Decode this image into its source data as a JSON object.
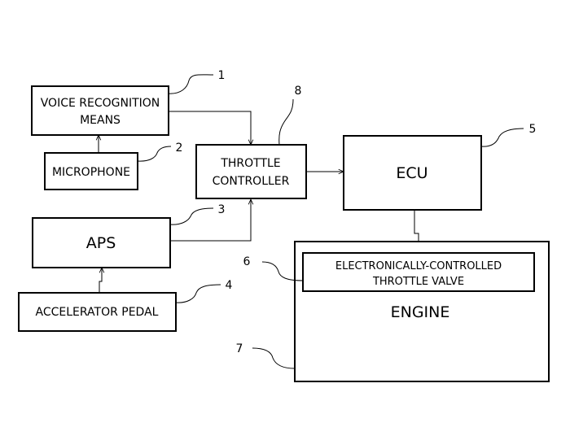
{
  "blocks": {
    "voice_recognition": {
      "line1": "VOICE RECOGNITION",
      "line2": "MEANS",
      "ref": "1"
    },
    "microphone": {
      "label": "MICROPHONE",
      "ref": "2"
    },
    "aps": {
      "label": "APS",
      "ref": "3"
    },
    "accelerator_pedal": {
      "label": "ACCELERATOR PEDAL",
      "ref": "4"
    },
    "ecu": {
      "label": "ECU",
      "ref": "5"
    },
    "throttle_valve": {
      "line1": "ELECTRONICALLY-CONTROLLED",
      "line2": "THROTTLE VALVE",
      "ref": "6"
    },
    "engine": {
      "label": "ENGINE",
      "ref": "7"
    },
    "throttle_controller": {
      "line1": "THROTTLE",
      "line2": "CONTROLLER",
      "ref": "8"
    }
  }
}
